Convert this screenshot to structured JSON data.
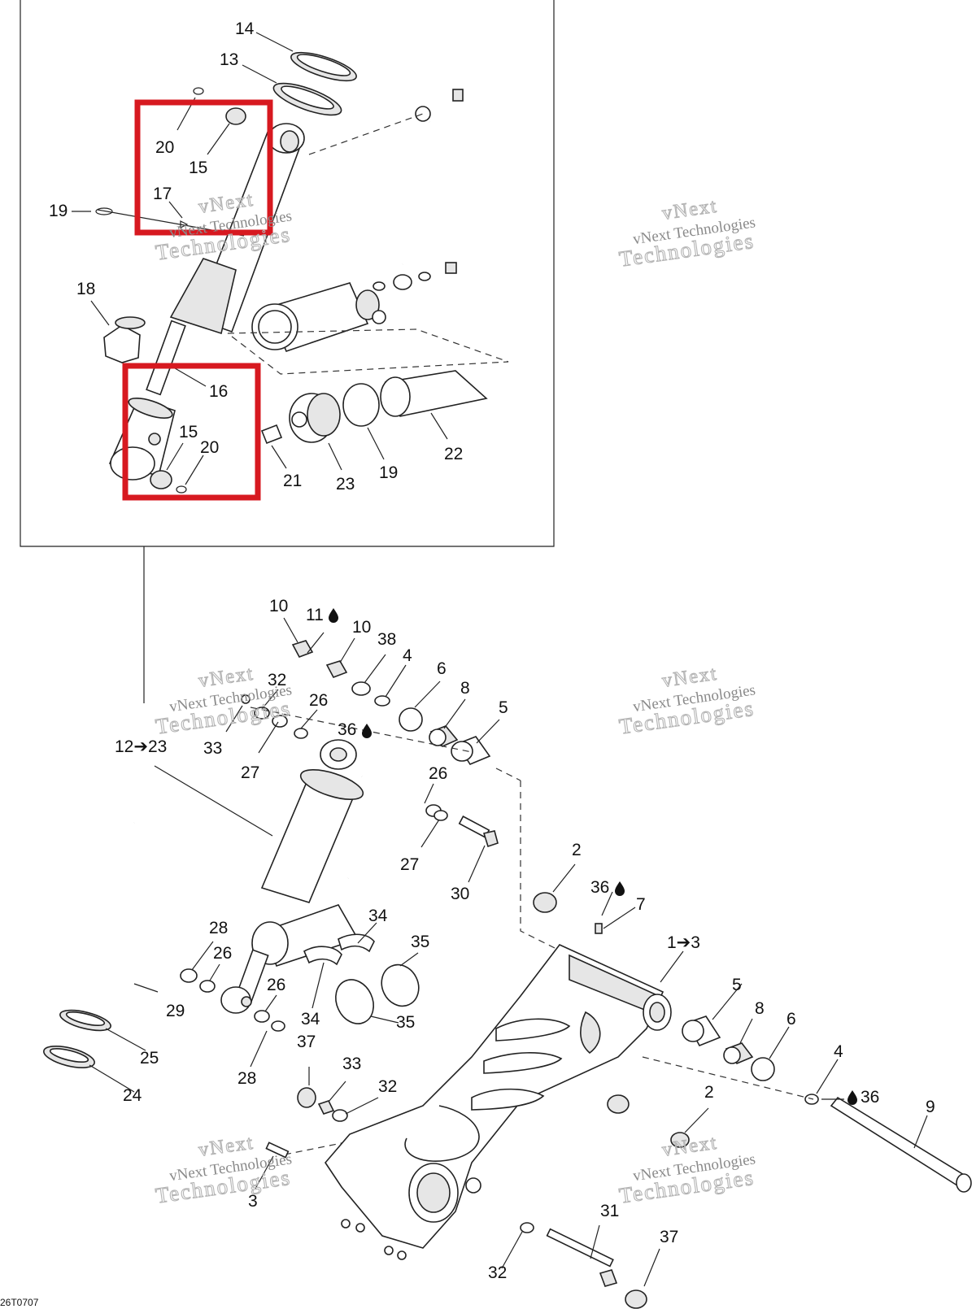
{
  "diagram_code": "26T0707",
  "watermark": {
    "line1": "vNext",
    "line2": "vNext Technologies",
    "line3": "Technologies"
  },
  "drop_icon": "oil-drop-icon",
  "highlight_color": "#d71920",
  "labels": {
    "l14": "14",
    "l13": "13",
    "l20a": "20",
    "l15a": "15",
    "l17": "17",
    "l19a": "19",
    "l18": "18",
    "l16": "16",
    "l15b": "15",
    "l20b": "20",
    "l21": "21",
    "l23": "23",
    "l19b": "19",
    "l22": "22",
    "l10a": "10",
    "l11": "11",
    "l10b": "10",
    "l38": "38",
    "l4a": "4",
    "l6a": "6",
    "l8a": "8",
    "l5a": "5",
    "l32a": "32",
    "l26a": "26",
    "l33a": "33",
    "l36a": "36",
    "l27a": "27",
    "l1223": "12➔23",
    "l26b": "26",
    "l27b": "27",
    "l30": "30",
    "l2a": "2",
    "l36b": "36",
    "l7": "7",
    "l13b": "1➔3",
    "l28a": "28",
    "l26c": "26",
    "l34a": "34",
    "l35a": "35",
    "l29": "29",
    "l34b": "34",
    "l26d": "26",
    "l35b": "35",
    "l25": "25",
    "l37a": "37",
    "l33b": "33",
    "l32b": "32",
    "l24": "24",
    "l28b": "28",
    "l5b": "5",
    "l8b": "8",
    "l6b": "6",
    "l4b": "4",
    "l36c": "36",
    "l9": "9",
    "l2b": "2",
    "l3": "3",
    "l31": "31",
    "l37b": "37",
    "l32c": "32"
  }
}
